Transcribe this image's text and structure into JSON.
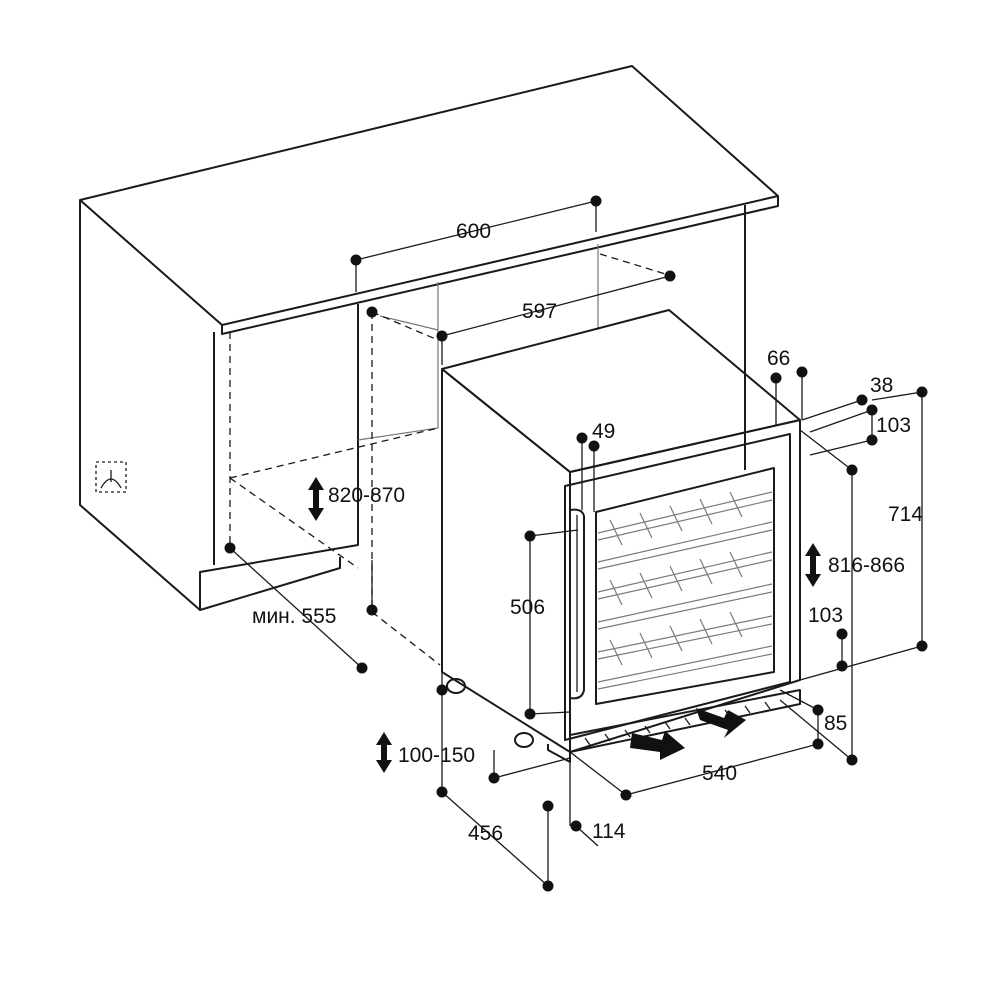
{
  "dimensions": {
    "countertop_width": "600",
    "niche_width": "597",
    "niche_height": "820-870",
    "niche_depth_min": "мин. 555",
    "door_offset": "66",
    "door_thickness": "38",
    "top_setback": "103",
    "appliance_height": "714",
    "handle_offset": "49",
    "door_height": "506",
    "appliance_height_range": "816-866",
    "bottom_setback": "103",
    "plinth_offset": "85",
    "appliance_width": "540",
    "plinth_height": "100-150",
    "appliance_depth": "456",
    "plinth_depth": "114"
  },
  "colors": {
    "line": "#1a1a1a",
    "background": "#ffffff",
    "glass_shelves": "#7a7a7a"
  },
  "icons": [
    "electrical-socket-icon",
    "airflow-arrow-icon",
    "height-adjust-arrow-icon"
  ]
}
